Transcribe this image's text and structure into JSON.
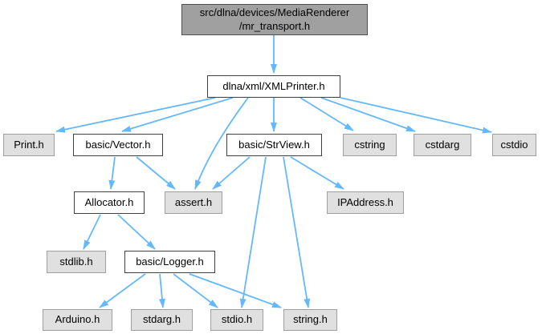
{
  "diagram": {
    "background": "#ffffff",
    "colors": {
      "edge": "#63b8ff",
      "text": "#000000",
      "node_fill": "#ffffff",
      "node_border": "#404040",
      "external_fill": "#e0e0e0",
      "external_border": "#9e9e9e",
      "current_fill": "#a0a0a0",
      "current_border": "#4f4f4f"
    },
    "nodes": {
      "mr_transport": {
        "label": "src/dlna/devices/MediaRenderer\n/mr_transport.h",
        "kind": "current"
      },
      "xmlprinter": {
        "label": "dlna/xml/XMLPrinter.h",
        "kind": "internal"
      },
      "print": {
        "label": "Print.h",
        "kind": "external"
      },
      "vector": {
        "label": "basic/Vector.h",
        "kind": "internal"
      },
      "strview": {
        "label": "basic/StrView.h",
        "kind": "internal"
      },
      "cstring": {
        "label": "cstring",
        "kind": "external"
      },
      "cstdarg": {
        "label": "cstdarg",
        "kind": "external"
      },
      "cstdio": {
        "label": "cstdio",
        "kind": "external"
      },
      "allocator": {
        "label": "Allocator.h",
        "kind": "internal"
      },
      "assert": {
        "label": "assert.h",
        "kind": "external"
      },
      "ipaddress": {
        "label": "IPAddress.h",
        "kind": "external"
      },
      "stdlib": {
        "label": "stdlib.h",
        "kind": "external"
      },
      "logger": {
        "label": "basic/Logger.h",
        "kind": "internal"
      },
      "arduino": {
        "label": "Arduino.h",
        "kind": "external"
      },
      "stdarg": {
        "label": "stdarg.h",
        "kind": "external"
      },
      "stdio": {
        "label": "stdio.h",
        "kind": "external"
      },
      "string": {
        "label": "string.h",
        "kind": "external"
      }
    },
    "edges": [
      {
        "from": "mr_transport",
        "to": "xmlprinter"
      },
      {
        "from": "xmlprinter",
        "to": "print"
      },
      {
        "from": "xmlprinter",
        "to": "vector"
      },
      {
        "from": "xmlprinter",
        "to": "assert"
      },
      {
        "from": "xmlprinter",
        "to": "strview"
      },
      {
        "from": "xmlprinter",
        "to": "cstring"
      },
      {
        "from": "xmlprinter",
        "to": "cstdarg"
      },
      {
        "from": "xmlprinter",
        "to": "cstdio"
      },
      {
        "from": "vector",
        "to": "allocator"
      },
      {
        "from": "vector",
        "to": "assert"
      },
      {
        "from": "strview",
        "to": "assert"
      },
      {
        "from": "strview",
        "to": "ipaddress"
      },
      {
        "from": "strview",
        "to": "stdio"
      },
      {
        "from": "strview",
        "to": "string"
      },
      {
        "from": "allocator",
        "to": "stdlib"
      },
      {
        "from": "allocator",
        "to": "logger"
      },
      {
        "from": "logger",
        "to": "arduino"
      },
      {
        "from": "logger",
        "to": "stdarg"
      },
      {
        "from": "logger",
        "to": "stdio"
      },
      {
        "from": "logger",
        "to": "string"
      }
    ]
  }
}
